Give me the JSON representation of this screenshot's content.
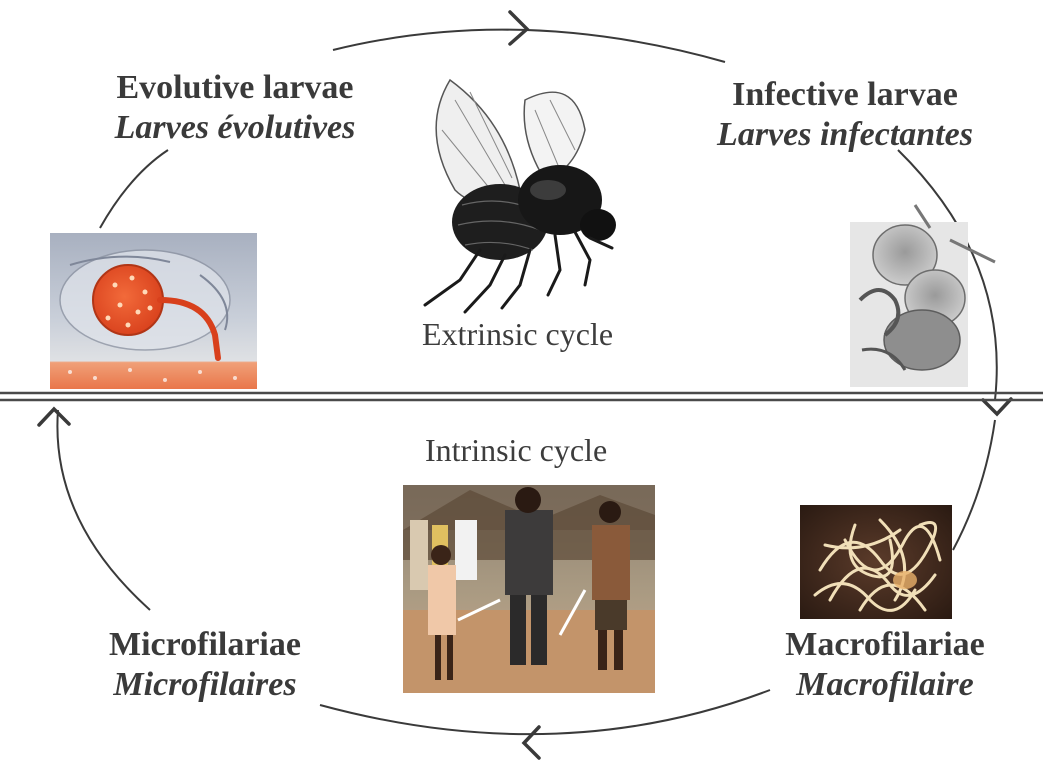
{
  "stages": {
    "evolutive": {
      "en": "Evolutive larvae",
      "fr": "Larves évolutives"
    },
    "infective": {
      "en": "Infective larvae",
      "fr": "Larves infectantes"
    },
    "microfilariae": {
      "en": "Microfilariae",
      "fr": "Microfilaires"
    },
    "macrofilariae": {
      "en": "Macrofilariae",
      "fr": "Macrofilaire"
    }
  },
  "cycles": {
    "extrinsic": "Extrinsic cycle",
    "intrinsic": "Intrinsic cycle"
  },
  "colors": {
    "text": "#3a3a3a",
    "arrow": "#3a3a3a",
    "divider": "#4a4a4a",
    "larva_red": "#e8502a",
    "worm_cream": "#f1dfb8"
  },
  "icons": [
    "blackfly-illustration",
    "larva-in-fly-illustration",
    "infective-larva-micrograph",
    "river-blindness-photo",
    "macrofilariae-worms-photo"
  ]
}
